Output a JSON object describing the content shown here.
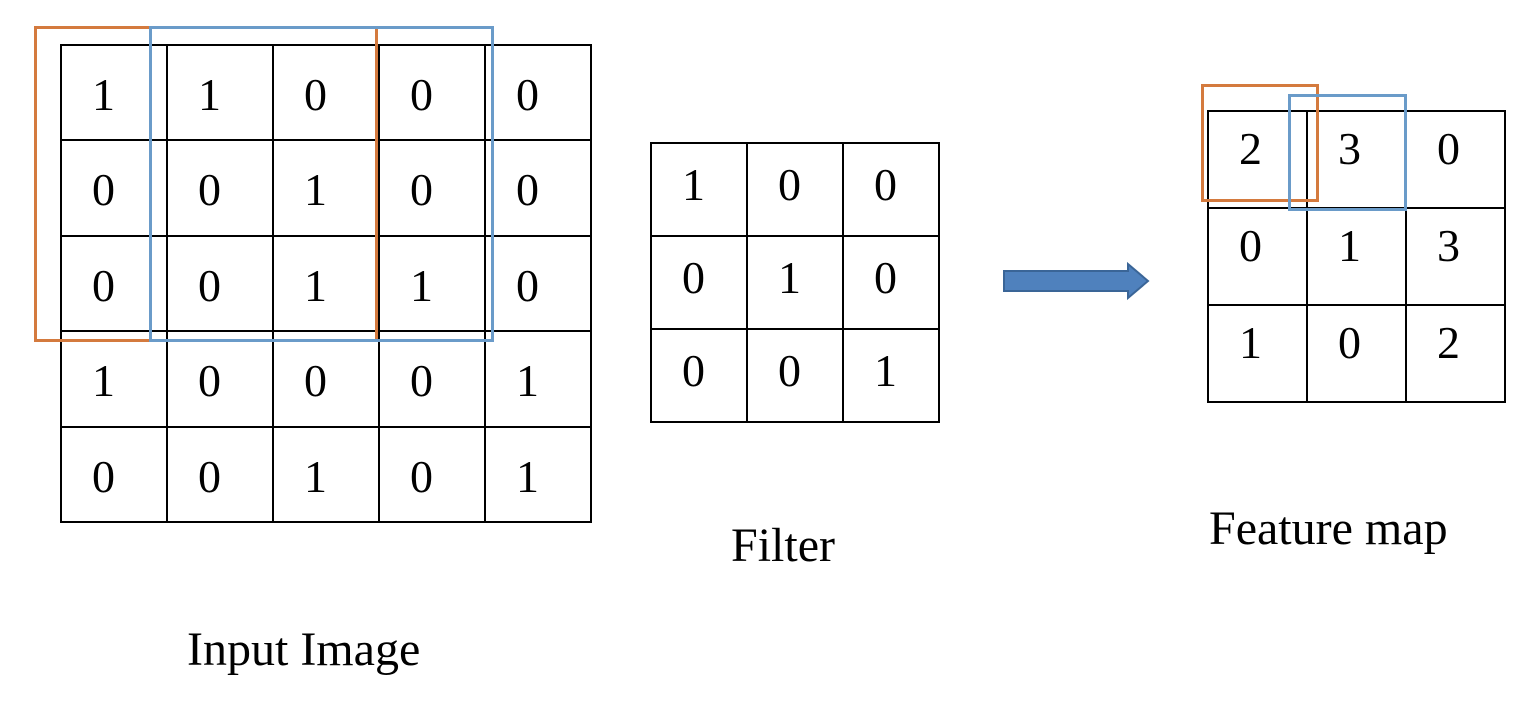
{
  "input_image": {
    "caption": "Input Image",
    "rows": [
      [
        "1",
        "1",
        "0",
        "0",
        "0"
      ],
      [
        "0",
        "0",
        "1",
        "0",
        "0"
      ],
      [
        "0",
        "0",
        "1",
        "1",
        "0"
      ],
      [
        "1",
        "0",
        "0",
        "0",
        "1"
      ],
      [
        "0",
        "0",
        "1",
        "0",
        "1"
      ]
    ]
  },
  "filter": {
    "caption": "Filter",
    "rows": [
      [
        "1",
        "0",
        "0"
      ],
      [
        "0",
        "1",
        "0"
      ],
      [
        "0",
        "0",
        "1"
      ]
    ]
  },
  "feature_map": {
    "caption": "Feature map",
    "rows": [
      [
        "2",
        "3",
        "0"
      ],
      [
        "0",
        "1",
        "3"
      ],
      [
        "1",
        "0",
        "2"
      ]
    ]
  },
  "highlights": {
    "first_window_color": "#D47A3E",
    "second_window_color": "#6A9BC9"
  },
  "arrow": {
    "color": "#4F81BD",
    "outline_color": "#3A6597",
    "direction": "right"
  }
}
